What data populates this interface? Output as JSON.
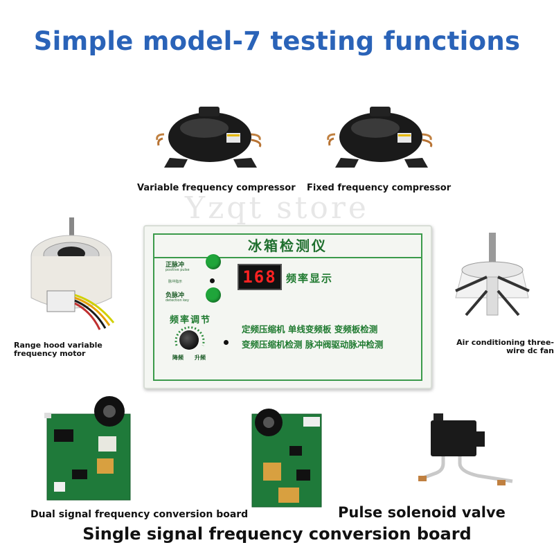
{
  "title": "Simple model-7 testing functions",
  "watermark": "Yzqt store",
  "captions": {
    "variable_compressor": "Variable frequency compressor",
    "fixed_compressor": "Fixed frequency compressor",
    "range_hood_motor": "Range hood variable frequency motor",
    "ac_fan": "Air conditioning three-wire dc fan",
    "dual_board": "Dual signal frequency conversion board",
    "solenoid": "Pulse solenoid valve",
    "single_board": "Single signal frequency conversion board"
  },
  "panel": {
    "heading": "冰箱检测仪",
    "positive_pulse_cn": "正脉冲",
    "positive_pulse_en": "positive pulse",
    "indicator_cn": "脉冲指示",
    "negative_pulse_cn": "负脉冲",
    "negative_pulse_en": "detection key",
    "display_value": "168",
    "freq_display": "频率显示",
    "freq_adjust": "频率调节",
    "decrease": "降频",
    "increase": "升频",
    "func_line1": "定频压缩机 单线变频板 变频板检测",
    "func_line2": "变频压缩机检测 脉冲阀驱动脉冲检测"
  },
  "colors": {
    "title_blue": "#2a63b8",
    "panel_green": "#3a9a4a",
    "button_green": "#1fa53a",
    "display_red": "#ff2222"
  }
}
